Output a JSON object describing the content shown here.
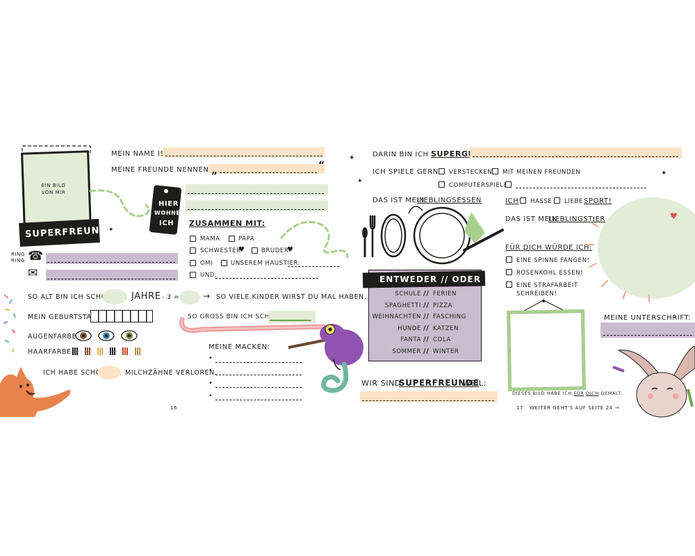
{
  "left_page": {
    "photo_caption": "EIN BILD VON MIR",
    "banner": "SUPERFREUND",
    "tag": [
      "HIER",
      "WOHNE",
      "ICH"
    ],
    "name_label": "MEIN NAME IST:",
    "nick_label": "MEINE FREUNDE NENNEN MICH:",
    "nick_open_quote": "„",
    "nick_close_quote": "“",
    "ring_label": "RING RING",
    "together_label": "ZUSAMMEN MIT:",
    "together_options": [
      "MAMA",
      "PAPA",
      "SCHWESTER-",
      "BRUDER-",
      "OMI",
      "UNSEREM HAUSTIER:",
      "UND:"
    ],
    "age_label": "SO ALT BIN ICH SCHON:",
    "years_label": "JAHRE",
    "minus_three": "- 3 =",
    "kids_label": "SO VIELE KINDER WIRST DU MAL HABEN.",
    "birthday_label": "MEIN GEBURTSTAG:",
    "height_label": "SO GROSS BIN ICH SCHON:",
    "eye_label": "AUGENFARBE:",
    "hair_label": "HAARFARBE:",
    "teeth_label_1": "ICH HABE SCHON",
    "teeth_label_2": "MILCHZÄHNE VERLOREN.",
    "quirks_label": "MEINE MACKEN:",
    "page_number": "16"
  },
  "right_page": {
    "good_at_label": "DARIN BIN ICH",
    "good_at_emph": "SUPERGUT",
    "play_label": "ICH SPIELE GERNE:",
    "play_options": [
      "VERSTECKEN",
      "MIT MEINEN FREUNDEN",
      "COMPUTERSPIELE"
    ],
    "food_label": "DAS IST MEIN",
    "food_emph": "LIEBLINGSESSEN",
    "hate_love_ich": "ICH",
    "hate_label": "HASSE",
    "love_label": "LIEBE",
    "sport_label": "SPORT!",
    "animal_label": "DAS IST MEIN",
    "animal_emph": "LIEBLINGSTIER",
    "either_or_title": "ENTWEDER // ODER",
    "either_or_rows": [
      {
        "a": "SCHULE",
        "b": "FERIEN"
      },
      {
        "a": "SPAGHETTI",
        "b": "PIZZA"
      },
      {
        "a": "WEIHNACHTEN",
        "b": "FASCHING"
      },
      {
        "a": "HUNDE",
        "b": "KATZEN"
      },
      {
        "a": "FANTA",
        "b": "COLA"
      },
      {
        "a": "SOMMER",
        "b": "WINTER"
      }
    ],
    "for_you_label": "FÜR DICH WÜRDE ICH:",
    "for_you_options": [
      "EINE SPINNE FANGEN!",
      "ROSENKOHL ESSEN!",
      "EINE STRAFARBEIT",
      "SCHREIBEN!"
    ],
    "signature_label": "MEINE UNTERSCHRIFT:",
    "friends_label_1": "WIR SIND",
    "friends_emph": "SUPERFREUNDE",
    "friends_label_2": "WEIL:",
    "drawing_caption_1": "DIESES BILD HABE ICH",
    "drawing_caption_fur": "FÜR",
    "drawing_caption_dich": "DICH",
    "drawing_caption_2": "GEMALT.",
    "page_number": "17",
    "continue_label": "WEITER GEHT'S AUF SEITE 24 →"
  },
  "colors": {
    "peach": "#fde3c6",
    "lilac": "#c9bccf",
    "mint": "#e3ecd7",
    "green": "#a8d08d",
    "ink": "#1d1d1b",
    "coral": "#f0a689"
  }
}
